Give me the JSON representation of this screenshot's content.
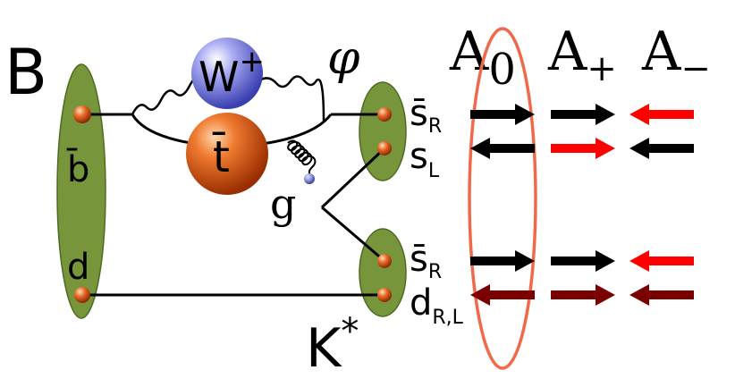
{
  "labels": {
    "meson_b": "B",
    "quark_bbar": "b̄",
    "quark_d_left": "d",
    "boson_w": "W",
    "boson_w_charge": "+",
    "quark_tbar": "t̄",
    "gluon": "g",
    "meson_phi": "φ",
    "meson_kstar": "K",
    "meson_kstar_sup": "*",
    "phi_sbar_base": "s̄",
    "phi_sbar_sub": "R",
    "phi_s_base": "s",
    "phi_s_sub": "L",
    "k_sbar_base": "s̄",
    "k_sbar_sub": "R",
    "k_d_base": "d",
    "k_d_sub": "R,L"
  },
  "amplitudes": {
    "a0_base": "A",
    "a0_sub": "0",
    "aplus_base": "A",
    "aplus_sub": "+",
    "aminus_base": "A",
    "aminus_sub": "−"
  },
  "helicity_arrows": [
    {
      "row": "phi-sbar",
      "a0": "right",
      "aplus": "right",
      "aminus": "left",
      "colors": [
        "#000000",
        "#000000",
        "#ff0000"
      ]
    },
    {
      "row": "phi-s",
      "a0": "left",
      "aplus": "right",
      "aminus": "left",
      "colors": [
        "#000000",
        "#ff0000",
        "#000000"
      ]
    },
    {
      "row": "k-sbar",
      "a0": "right",
      "aplus": "right",
      "aminus": "left",
      "colors": [
        "#000000",
        "#000000",
        "#ff0000"
      ]
    },
    {
      "row": "k-d",
      "a0": "left",
      "aplus": "right",
      "aminus": "left",
      "colors": [
        "#7a0000",
        "#7a0000",
        "#7a0000"
      ]
    }
  ],
  "colors": {
    "meson_ellipse": "#77953a",
    "meson_ellipse_edge": "#4f6b22",
    "w_sphere": "#7a7ee0",
    "t_sphere": "#e86020",
    "quark_dot": "#e06a2a",
    "a0_highlight": "#f06a4a",
    "red_arrow": "#ff0000",
    "dark_red_arrow": "#7a0000",
    "black_arrow": "#000000"
  }
}
